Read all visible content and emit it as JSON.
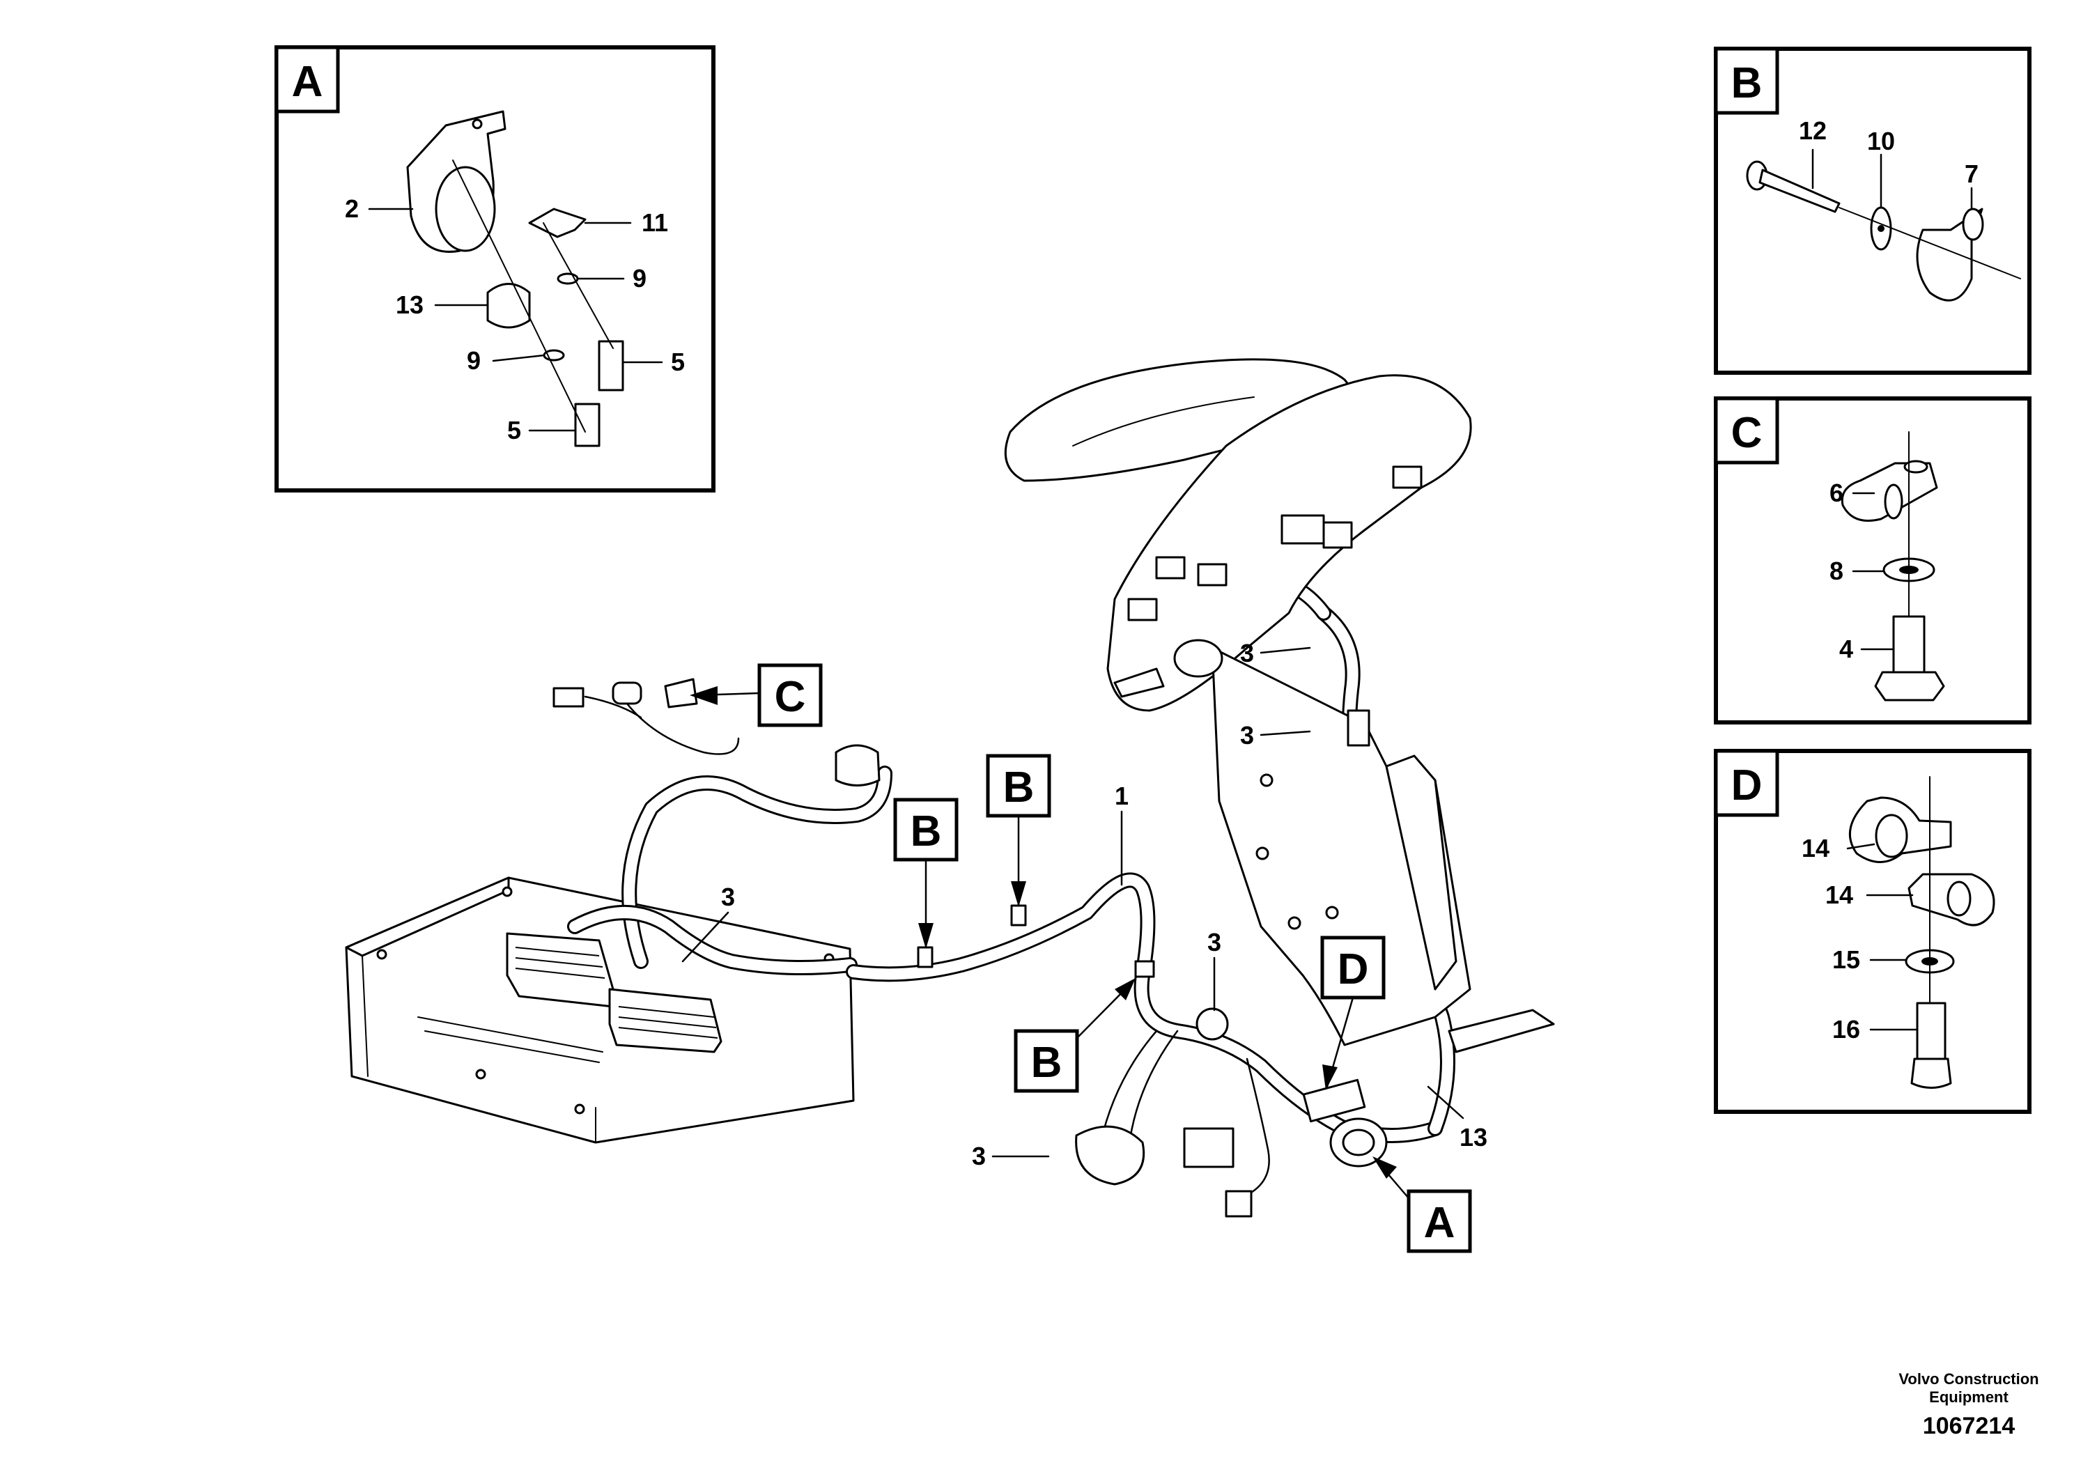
{
  "views": {
    "A": {
      "tag": "A"
    },
    "B": {
      "tag": "B"
    },
    "C": {
      "tag": "C"
    },
    "D": {
      "tag": "D"
    }
  },
  "callouts": {
    "A_n2": "2",
    "A_n11": "11",
    "A_n9a": "9",
    "A_n13": "13",
    "A_n9b": "9",
    "A_n5a": "5",
    "A_n5b": "5",
    "B_n12": "12",
    "B_n10": "10",
    "B_n7": "7",
    "C_n6": "6",
    "C_n8": "8",
    "C_n4": "4",
    "D_n14a": "14",
    "D_n14b": "14",
    "D_n15": "15",
    "D_n16": "16",
    "M_n1": "1",
    "M_n3a": "3",
    "M_n3b": "3",
    "M_n3c": "3",
    "M_n3d": "3",
    "M_n3e": "3",
    "M_n13": "13"
  },
  "markers": {
    "C": "C",
    "B1": "B",
    "B2": "B",
    "B3": "B",
    "D": "D",
    "A": "A"
  },
  "footer": {
    "company_line1": "Volvo Construction",
    "company_line2": "Equipment",
    "drawing_number": "1067214"
  }
}
